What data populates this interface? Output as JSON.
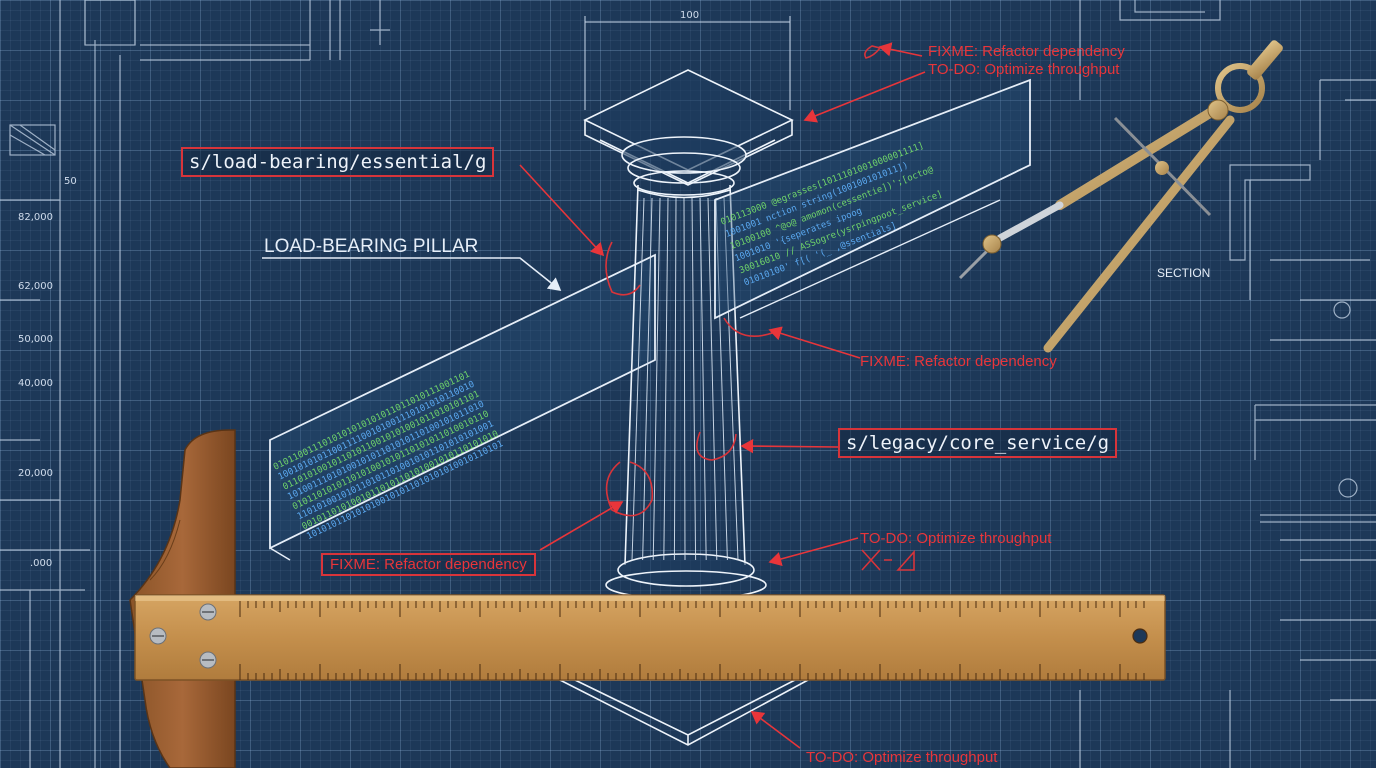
{
  "labels": {
    "pillar": "LOAD-BEARING PILLAR",
    "section": "SECTION",
    "dim_top": "100",
    "dim_left": "50"
  },
  "sed": {
    "top": "s/load-bearing/essential/g",
    "right": "s/legacy/core_service/g"
  },
  "notes": {
    "fixme_top": "FIXME: Refactor dependency",
    "todo_top": "TO-DO: Optimize throughput",
    "fixme_mid": "FIXME: Refactor dependency",
    "fixme_left": "FIXME: Refactor dependency",
    "todo_right": "TO-DO: Optimize throughput",
    "todo_bottom": "TO-DO: Optimize throughput"
  },
  "axis_values": [
    "82,000",
    "62,000",
    "50,000",
    "40,000",
    "20,000",
    ".000"
  ],
  "code": {
    "right_beam": [
      "010113000  @egrasses[1011101001000001111]",
      "1001001  nction string(100100101011])",
      "10100100  ^@o@ amomon(cessentie])';[octo@",
      "1001010  '{seperates  ipoog",
      "30016010  //  ASSogre(ysrpingpoot_service]",
      "01010100'  f[(  '(_  ,@ssentials]"
    ],
    "left_beam": [
      "0101100111010101010101011011010111001101",
      "1001010101100111100101001110101010110010",
      "0110101001011010110010101001011010101101",
      "1010011101010010101101010110100101011010",
      "0101101010110101001010110101011010010110",
      "1101010010101101011010010101101010101001",
      "0010110101001011010110101001010110101010",
      "1010101101010100101011010101010010110101"
    ]
  },
  "colors": {
    "background": "#1d3858",
    "line": "#dfe9f5",
    "annotation": "#e8353a",
    "code_green": "#6fd36a",
    "code_blue": "#5aa8f0",
    "wood": "#c9954f",
    "brass": "#c8a368"
  }
}
